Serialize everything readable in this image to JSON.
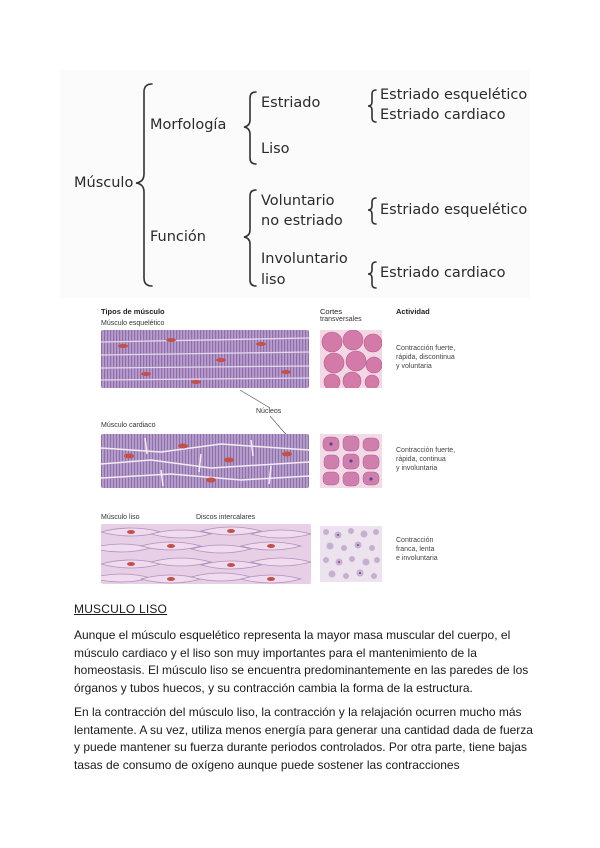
{
  "scheme": {
    "root": "Músculo",
    "morphology": {
      "label": "Morfología",
      "striated": "Estriado",
      "smooth": "Liso",
      "striated_types": [
        "Estriado esquelético",
        "Estriado cardiaco"
      ]
    },
    "function": {
      "label": "Función",
      "voluntary": [
        "Voluntario",
        "no estriado"
      ],
      "voluntary_type": "Estriado esquelético",
      "involuntary": [
        "Involuntario",
        "liso"
      ],
      "involuntary_type": "Estriado cardiaco"
    }
  },
  "figure": {
    "col_types": "Tipos de músculo",
    "col_sections": [
      "Cortes",
      "transversales"
    ],
    "col_activity": "Actividad",
    "rows": [
      {
        "name": "Músculo esquelético",
        "activity": [
          "Contracción fuerte,",
          "rápida, discontinua",
          "y voluntaria"
        ]
      },
      {
        "name": "Músculo cardiaco",
        "activity": [
          "Contracción fuerte,",
          "rápida, continua",
          "y involuntaria"
        ]
      },
      {
        "name": "Músculo liso",
        "activity": [
          "Contracción",
          "franca, lenta",
          "e involuntaria"
        ]
      }
    ],
    "label_nuclei": "Núcleos",
    "label_discs": "Discos intercalares",
    "colors": {
      "tissue": "#b69ac8",
      "stripe": "#8a6aa8",
      "nucleus": "#c4504a",
      "section": "#d47aa8"
    }
  },
  "text": {
    "heading": "MUSCULO LISO",
    "p1": "Aunque el músculo esquelético representa la mayor masa muscular del cuerpo, el músculo cardiaco y el liso son muy importantes para el mantenimiento de la homeostasis. El músculo liso se encuentra predominantemente en las paredes de los órganos y tubos huecos, y su contracción cambia la forma de la estructura.",
    "p2": "En la contracción del músculo liso, la contracción y la relajación ocurren mucho más lentamente. A su vez, utiliza menos energía para generar una cantidad dada de fuerza y puede mantener su fuerza durante periodos controlados. Por otra parte, tiene bajas tasas de consumo de oxígeno aunque puede sostener las contracciones"
  }
}
